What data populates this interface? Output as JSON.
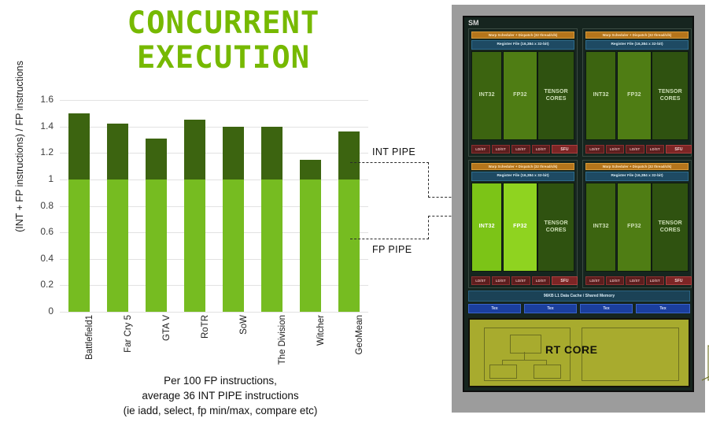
{
  "title": {
    "line1": "CONCURRENT",
    "line2": "EXECUTION",
    "color": "#76b900"
  },
  "chart_data": {
    "type": "bar",
    "stacked": true,
    "title": "",
    "xlabel": "",
    "ylabel": "(INT + FP instructions) / FP instructions",
    "ylim": [
      0,
      1.6
    ],
    "ytick_labels": [
      "1.6",
      "1.4",
      "1.2",
      "1",
      "0.8",
      "0.6",
      "0.4",
      "0.2",
      "0"
    ],
    "ytick_values": [
      1.6,
      1.4,
      1.2,
      1.0,
      0.8,
      0.6,
      0.4,
      0.2,
      0
    ],
    "grid": true,
    "legend_position": "annotation-callouts",
    "categories": [
      "Battlefield1",
      "Far Cry 5",
      "GTA V",
      "RoTR",
      "SoW",
      "The Division",
      "Witcher",
      "GeoMean"
    ],
    "values": [
      1.5,
      1.42,
      1.31,
      1.45,
      1.4,
      1.4,
      1.15,
      1.36
    ],
    "series": [
      {
        "name": "FP PIPE",
        "color": "#76bc21",
        "values": [
          1.0,
          1.0,
          1.0,
          1.0,
          1.0,
          1.0,
          1.0,
          1.0
        ]
      },
      {
        "name": "INT PIPE",
        "color": "#3c6410",
        "values": [
          0.5,
          0.42,
          0.31,
          0.45,
          0.4,
          0.4,
          0.15,
          0.36
        ]
      }
    ],
    "annotations": [
      {
        "label": "INT PIPE",
        "target_series": "INT PIPE"
      },
      {
        "label": "FP PIPE",
        "target_series": "FP PIPE"
      }
    ]
  },
  "caption": {
    "line1": "Per 100 FP instructions,",
    "line2": "average 36 INT PIPE instructions",
    "line3": "(ie iadd, select, fp min/max, compare etc)"
  },
  "sm_diagram": {
    "label": "SM",
    "scheduler_text": "Warp Scheduler + Dispatch (32 thread/clk)",
    "register_file_text": "Register File (16,384 x 32-bit)",
    "core_int_label": "INT32",
    "core_fp_label": "FP32",
    "core_tensor_label_line1": "TENSOR",
    "core_tensor_label_line2": "CORES",
    "ldst_label": "LD/ST",
    "sfu_label": "SFU",
    "l1_cache_text": "96KB L1 Data Cache / Shared Memory",
    "tex_label": "Tex",
    "rt_core_label": "RT CORE",
    "quadrants": [
      {
        "id": "quad-top-left",
        "highlighted": false
      },
      {
        "id": "quad-top-right",
        "highlighted": false
      },
      {
        "id": "quad-bottom-left",
        "highlighted": true
      },
      {
        "id": "quad-bottom-right",
        "highlighted": false
      }
    ]
  }
}
